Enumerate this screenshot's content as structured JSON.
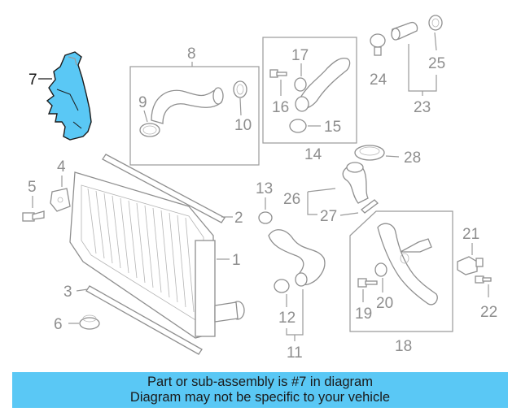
{
  "highlight_color": "#5ac8f5",
  "banner": {
    "line1": "Part or sub-assembly is #7 in diagram",
    "line2": "Diagram may not be specific to your vehicle"
  },
  "callouts": {
    "c1": "1",
    "c2": "2",
    "c3": "3",
    "c4": "4",
    "c5": "5",
    "c6": "6",
    "c7": "7",
    "c8": "8",
    "c9": "9",
    "c10": "10",
    "c11": "11",
    "c12": "12",
    "c13": "13",
    "c14": "14",
    "c15": "15",
    "c16": "16",
    "c17": "17",
    "c18": "18",
    "c19": "19",
    "c20": "20",
    "c21": "21",
    "c22": "22",
    "c23": "23",
    "c24": "24",
    "c25": "25",
    "c26": "26",
    "c27": "27",
    "c28": "28"
  }
}
